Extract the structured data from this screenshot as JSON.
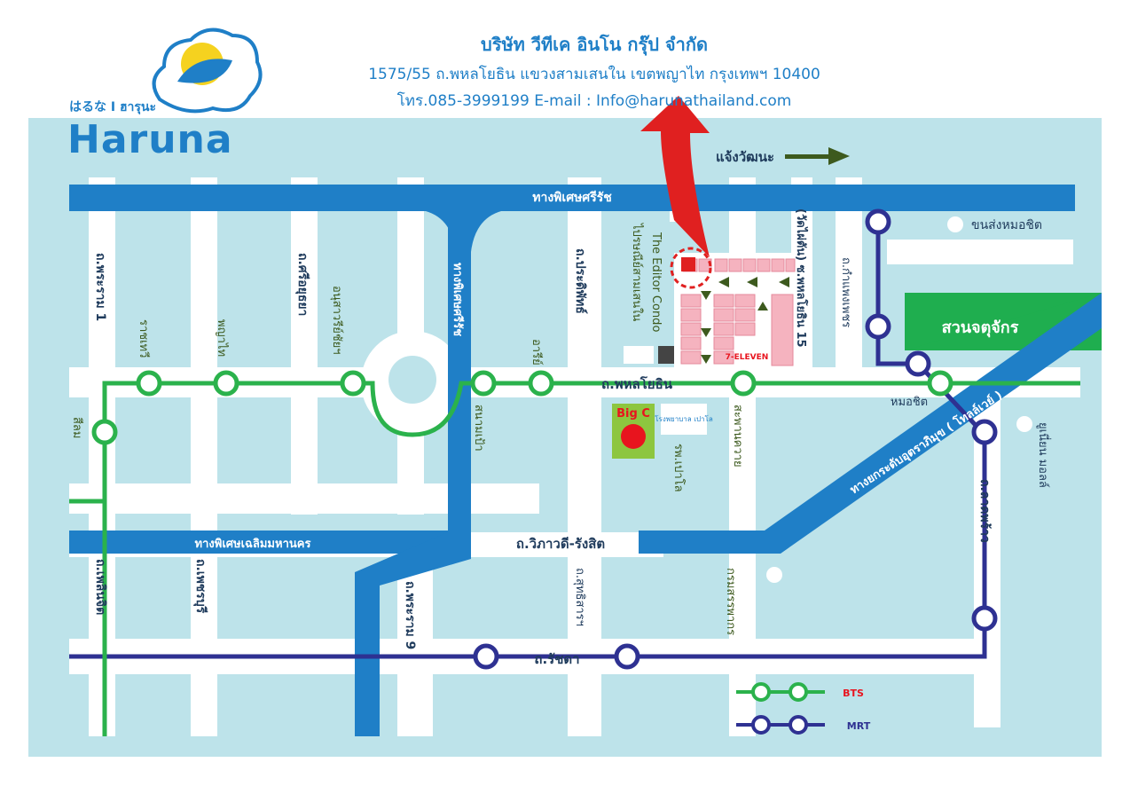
{
  "header": {
    "company": "บริษัท วีทีเค อินโน กรุ๊ป จำกัด",
    "address": "1575/55 ถ.พหลโยธิน แขวงสามเสนใน  เขตพญาไท  กรุงเทพฯ  10400",
    "contact": "โทร.085-3999199  E-mail : Info@harunathailand.com"
  },
  "logo": {
    "japanese": "はるな  I  ฮารุนะ",
    "wordmark": "Haruna"
  },
  "expressways": {
    "sirat_top": "ทางพิเศษศรีรัช",
    "sirat_vertical": "ทางพิเศษศรีรัช",
    "chalermmahanakorn": "ทางพิเศษเฉลิมมหานคร",
    "tollway": "ทางยกระดับอุตราภิมุข ( โทลล์เวย์ )"
  },
  "roads": {
    "phaholyothin": "ถ.พหลโยธิน",
    "vibhavadi": "ถ.วิภาวดี-รังสิต",
    "ratchada": "ถ.รัชดา",
    "rama1": "ถ.พระราม 1",
    "sriayutthaya": "ถ.ศรีอยุธยา",
    "pradipat": "ถ.ประดิพัทธ์",
    "kamphaeng": "ถ.กำแพงเพชร",
    "phaholyothin15": "(วัดไผ่ตัน) ซ.พหลโยธิน 15",
    "phetchaburi": "ถ.เพชรบุรี",
    "ploenchit": "ถ.เพลินจิต",
    "rama9": "ถ.พระราม 9",
    "sutthisan": "ถ.สุทธิสารฯ",
    "ladprao": "ถ.ลาดพร้าว"
  },
  "bts_stations": [
    "ราชเทวี",
    "พญาไท",
    "อนุสาวรีย์ชัยฯ",
    "สนามเป้า",
    "อารีย์",
    "สะพานควาย",
    "หมอชิต",
    "สีลม"
  ],
  "places": {
    "chaengwattana": "แจ้งวัฒนะ",
    "bus_terminal": "ขนส่งหมอชิต",
    "chatuchak_park": "สวนจตุจักร",
    "union_mall": "ยูเนี่ยน มอลล์",
    "revenue_dept": "กรมสรรพากร",
    "paolo_hospital": "รพ.เปาโล",
    "editor_condo": "The Editor Condo",
    "samsen_post": "ไปรษณีย์สามเสนใน",
    "bigc_logo": "Big C",
    "hospital_sign": "โรงพยาบาล เปาโล",
    "bts_logo": "BTS",
    "mrt_logo": "MRT",
    "seven_eleven": "7-ELEVEN"
  },
  "colors": {
    "background_map": "#bde3ea",
    "road": "#ffffff",
    "expressway": "#1f7fc7",
    "bts_line": "#2bb24c",
    "mrt_line": "#2e3192",
    "park": "#1fae4f",
    "pointer_arrow": "#e02020",
    "direction_arrow": "#3d5a1e",
    "location_blocks": "#f5b3bf"
  }
}
